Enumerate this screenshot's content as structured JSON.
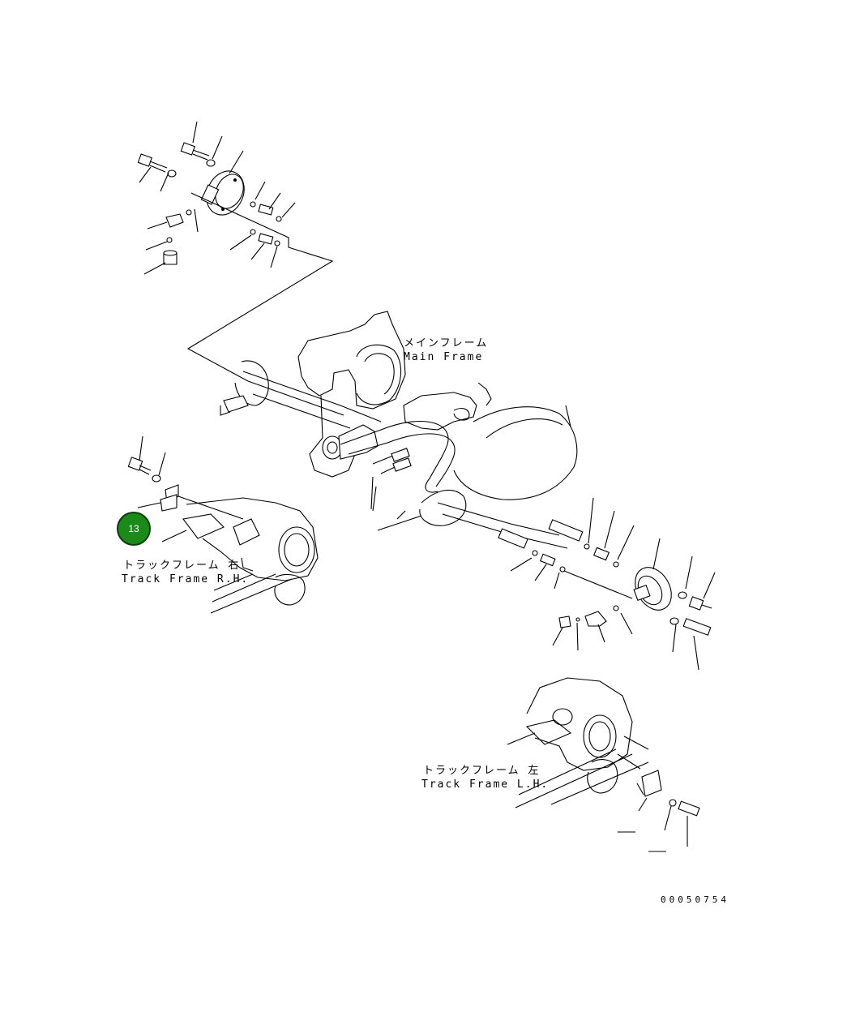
{
  "labels": {
    "main_frame_jp": "メインフレーム",
    "main_frame_en": "Main Frame",
    "track_frame_rh_jp": "トラックフレーム 右",
    "track_frame_rh_en": "Track Frame R.H.",
    "track_frame_lh_jp": "トラックフレーム 左",
    "track_frame_lh_en": "Track Frame L.H."
  },
  "callouts": [
    {
      "number": "13",
      "color": "#1a8a1a"
    }
  ],
  "drawing_code": "00050754"
}
